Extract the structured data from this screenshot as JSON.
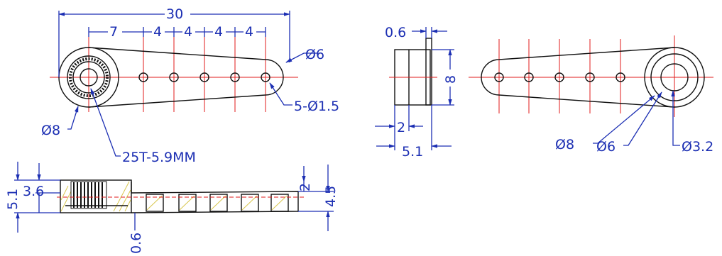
{
  "colors": {
    "outline": "#111111",
    "dimension": "#1c2fb3",
    "centerline": "#e21b1b",
    "hatch": "#d8c64c"
  },
  "top_view": {
    "overall_length": "30",
    "spacing_first": "7",
    "spacing_1": "4",
    "spacing_2": "4",
    "spacing_3": "4",
    "spacing_4": "4",
    "tip_diameter": "Ø6",
    "holes_callout": "5-Ø1.5",
    "hub_diameter": "Ø8",
    "spline_callout": "25T-5.9MM"
  },
  "side_view": {
    "total_height": "5.1",
    "hub_height": "3.6",
    "arm_thickness": "2",
    "arm_height": "4.5",
    "base_step": "0.6"
  },
  "end_view": {
    "flange": "0.6",
    "height": "8",
    "step": "2",
    "width": "5.1"
  },
  "bottom_view": {
    "outer_diameter": "Ø8",
    "inner_diameter": "Ø6",
    "bore_diameter": "Ø3.2"
  }
}
